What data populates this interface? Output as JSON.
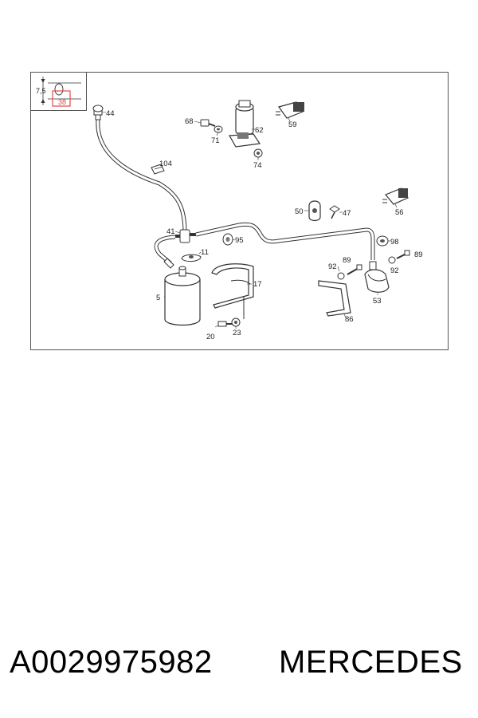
{
  "diagram": {
    "inset": {
      "dimension": "7,5",
      "callout": "38"
    },
    "labels": {
      "p44": "44",
      "p68": "68",
      "p62": "62",
      "p59": "59",
      "p71": "71",
      "p74": "74",
      "p104": "104",
      "p50": "50",
      "p47": "47",
      "p56": "56",
      "p41": "41",
      "p95": "95",
      "p11": "11",
      "p98": "98",
      "p92a": "92",
      "p89a": "89",
      "p89b": "89",
      "p92b": "92",
      "p5": "5",
      "p17": "17",
      "p53": "53",
      "p86": "86",
      "p20": "20",
      "p23": "23"
    }
  },
  "caption": {
    "part_number": "A0029975982",
    "brand": "MERCEDES"
  }
}
